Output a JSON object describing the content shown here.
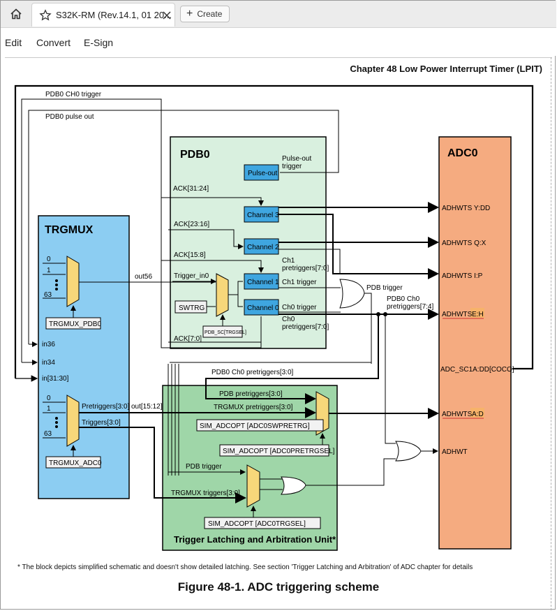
{
  "tabbar": {
    "home_icon": "home-icon",
    "tab_title": "S32K-RM (Rev.14.1, 01 20...",
    "create_label": "Create"
  },
  "menu": {
    "edit": "Edit",
    "convert": "Convert",
    "esign": "E-Sign"
  },
  "page": {
    "chapter_header": "Chapter 48 Low Power Interrupt Timer (LPIT)",
    "footnote": "* The block depicts simplified schematic and doesn't show detailed latching. See section 'Trigger Latching and Arbitration' of ADC chapter for details",
    "caption": "Figure 48-1. ADC triggering scheme"
  },
  "colors": {
    "pdb": "#d9f0df",
    "trgmux": "#8ccdf2",
    "adc": "#f5ab80",
    "latch": "#9fd6a8",
    "channel": "#3fa6e0",
    "mux": "#f7d77a",
    "highlight": "#f7b36a"
  },
  "diagram": {
    "top_labels": {
      "pdb0_ch0_trigger": "PDB0 CH0 trigger",
      "pdb0_pulse_out": "PDB0 pulse out"
    },
    "pdb": {
      "title": "PDB0",
      "pulse_out": "Pulse-out",
      "pulse_out_trigger": "Pulse-out\ntrigger",
      "ack_31_24": "ACK[31:24]",
      "ack_23_16": "ACK[23:16]",
      "ack_15_8": "ACK[15:8]",
      "ack_7_0": "ACK[7:0]",
      "channel3": "Channel 3",
      "channel2": "Channel 2",
      "channel1": "Channel 1",
      "channel0": "Channel 0",
      "trigger_in0": "Trigger_in0",
      "swtrg": "SWTRG",
      "sc_trgsel": "PDB_SC[TRGSEL]",
      "ch1_pretriggers": "Ch1\npretriggers[7:0]",
      "ch1_trigger": "Ch1 trigger",
      "ch0_trigger": "Ch0 trigger",
      "ch0_pretriggers": "Ch0\npretriggers[7:0]"
    },
    "trgmux": {
      "title": "TRGMUX",
      "in0": "0",
      "in1": "1",
      "in63": "63",
      "out56": "out56",
      "pdb0_sel": "TRGMUX_PDB0",
      "in36": "in36",
      "in34": "in34",
      "in31_30": "in[31:30]",
      "b_in0": "0",
      "b_in1": "1",
      "b_in63": "63",
      "pretriggers": "Pretriggers[3:0]",
      "triggers": "Triggers[3:0]",
      "out15_12": "out[15:12]",
      "adc0_sel": "TRGMUX_ADC0"
    },
    "middle": {
      "pdb_trigger": "PDB trigger",
      "pdb0_ch0_pretriggers_7_4": "PDB0 Ch0\npretriggers[7:4]"
    },
    "latch": {
      "title": "Trigger Latching and Arbitration Unit*",
      "pdb0_ch0_pretriggers_3_0": "PDB0 Ch0 pretriggers[3:0]",
      "pdb_pretriggers": "PDB pretriggers[3:0]",
      "trgmux_pretriggers": "TRGMUX pretriggers[3:0]",
      "sim_swpretrg": "SIM_ADCOPT [ADC0SWPRETRG]",
      "sim_pretrgsel": "SIM_ADCOPT [ADC0PRETRGSEL]",
      "pdb_trigger": "PDB trigger",
      "trgmux_triggers": "TRGMUX triggers[3:0]",
      "sim_trgsel": "SIM_ADCOPT [ADC0TRGSEL]"
    },
    "adc": {
      "title": "ADC0",
      "yd": "ADHWTS Y:DD",
      "qx": "ADHWTS Q:X",
      "ip": "ADHWTS I:P",
      "eh_prefix": "ADHWTS ",
      "eh_hl": "E:H",
      "sc1a": "ADC_SC1A:DD[COCO]",
      "ad_prefix": "ADHWTS ",
      "ad_hl": "A:D",
      "adhwt": "ADHWT"
    }
  }
}
